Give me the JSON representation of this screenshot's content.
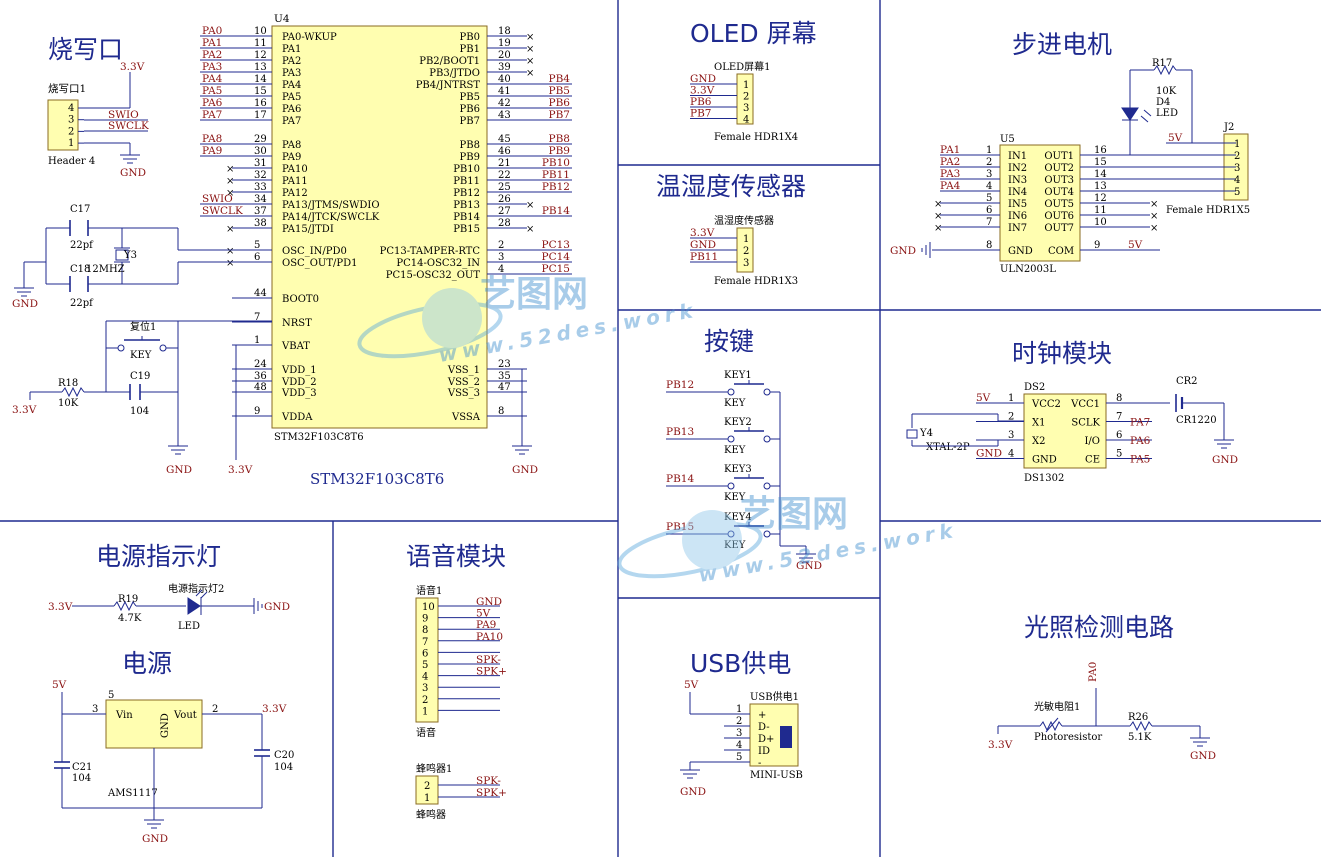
{
  "titles": {
    "burn": "烧写口",
    "oled": "OLED 屏幕",
    "temp": "温湿度传感器",
    "key": "按键",
    "stepper": "步进电机",
    "clock": "时钟模块",
    "power_led": "电源指示灯",
    "power": "电源",
    "voice": "语音模块",
    "usb": "USB供电",
    "light": "光照检测电路"
  },
  "mcu": {
    "designator": "U4",
    "part": "STM32F103C8T6",
    "big_label": "STM32F103C8T6",
    "left_pins": [
      {
        "num": "10",
        "name": "PA0-WKUP",
        "net": "PA0"
      },
      {
        "num": "11",
        "name": "PA1",
        "net": "PA1"
      },
      {
        "num": "12",
        "name": "PA2",
        "net": "PA2"
      },
      {
        "num": "13",
        "name": "PA3",
        "net": "PA3"
      },
      {
        "num": "14",
        "name": "PA4",
        "net": "PA4"
      },
      {
        "num": "15",
        "name": "PA5",
        "net": "PA5"
      },
      {
        "num": "16",
        "name": "PA6",
        "net": "PA6"
      },
      {
        "num": "17",
        "name": "PA7",
        "net": "PA7"
      },
      {
        "num": "29",
        "name": "PA8",
        "net": "PA8"
      },
      {
        "num": "30",
        "name": "PA9",
        "net": "PA9"
      },
      {
        "num": "31",
        "name": "PA10",
        "net": ""
      },
      {
        "num": "32",
        "name": "PA11",
        "net": ""
      },
      {
        "num": "33",
        "name": "PA12",
        "net": ""
      },
      {
        "num": "34",
        "name": "PA13/JTMS/SWDIO",
        "net": "SWIO"
      },
      {
        "num": "37",
        "name": "PA14/JTCK/SWCLK",
        "net": "SWCLK"
      },
      {
        "num": "38",
        "name": "PA15/JTDI",
        "net": ""
      },
      {
        "num": "5",
        "name": "OSC_IN/PD0",
        "net": ""
      },
      {
        "num": "6",
        "name": "OSC_OUT/PD1",
        "net": ""
      },
      {
        "num": "44",
        "name": "BOOT0",
        "net": ""
      },
      {
        "num": "7",
        "name": "NRST",
        "net": ""
      },
      {
        "num": "1",
        "name": "VBAT",
        "net": ""
      },
      {
        "num": "24",
        "name": "VDD_1",
        "net": ""
      },
      {
        "num": "36",
        "name": "VDD_2",
        "net": ""
      },
      {
        "num": "48",
        "name": "VDD_3",
        "net": ""
      },
      {
        "num": "9",
        "name": "VDDA",
        "net": ""
      }
    ],
    "right_pins": [
      {
        "num": "18",
        "name": "PB0",
        "net": ""
      },
      {
        "num": "19",
        "name": "PB1",
        "net": ""
      },
      {
        "num": "20",
        "name": "PB2/BOOT1",
        "net": ""
      },
      {
        "num": "39",
        "name": "PB3/JTDO",
        "net": ""
      },
      {
        "num": "40",
        "name": "PB4/JNTRST",
        "net": "PB4"
      },
      {
        "num": "41",
        "name": "PB5",
        "net": "PB5"
      },
      {
        "num": "42",
        "name": "PB6",
        "net": "PB6"
      },
      {
        "num": "43",
        "name": "PB7",
        "net": "PB7"
      },
      {
        "num": "45",
        "name": "PB8",
        "net": "PB8"
      },
      {
        "num": "46",
        "name": "PB9",
        "net": "PB9"
      },
      {
        "num": "21",
        "name": "PB10",
        "net": "PB10"
      },
      {
        "num": "22",
        "name": "PB11",
        "net": "PB11"
      },
      {
        "num": "25",
        "name": "PB12",
        "net": "PB12"
      },
      {
        "num": "26",
        "name": "PB13",
        "net": ""
      },
      {
        "num": "27",
        "name": "PB14",
        "net": "PB14"
      },
      {
        "num": "28",
        "name": "PB15",
        "net": ""
      },
      {
        "num": "2",
        "name": "PC13-TAMPER-RTC",
        "net": "PC13"
      },
      {
        "num": "3",
        "name": "PC14-OSC32_IN",
        "net": "PC14"
      },
      {
        "num": "4",
        "name": "PC15-OSC32_OUT",
        "net": "PC15"
      },
      {
        "num": "23",
        "name": "VSS_1",
        "net": ""
      },
      {
        "num": "35",
        "name": "VSS_2",
        "net": ""
      },
      {
        "num": "47",
        "name": "VSS_3",
        "net": ""
      },
      {
        "num": "8",
        "name": "VSSA",
        "net": ""
      }
    ]
  },
  "burn": {
    "designator": "烧写口1",
    "part": "Header 4",
    "pins": [
      "4",
      "3",
      "2",
      "1"
    ],
    "nets": [
      "SWIO",
      "SWCLK"
    ],
    "vcc": "3.3V",
    "gnd": "GND"
  },
  "osc": {
    "c17": "C17",
    "c17v": "22pf",
    "c18": "C18",
    "c18v": "22pf",
    "y": "Y3",
    "yv": "12MHZ",
    "gnd": "GND"
  },
  "reset": {
    "sw": "复位1",
    "swp": "KEY",
    "r": "R18",
    "rv": "10K",
    "c": "C19",
    "cv": "104",
    "vcc": "3.3V",
    "gnd": "GND",
    "vcc2": "3.3V",
    "gnd2": "GND"
  },
  "oled": {
    "designator": "OLED屏幕1",
    "part": "Female HDR1X4",
    "nets": [
      "GND",
      "3.3V",
      "PB6",
      "PB7"
    ],
    "pins": [
      "1",
      "2",
      "3",
      "4"
    ]
  },
  "temp": {
    "designator": "温湿度传感器",
    "part": "Female HDR1X3",
    "nets": [
      "3.3V",
      "GND",
      "PB11"
    ],
    "pins": [
      "1",
      "2",
      "3"
    ]
  },
  "keys": {
    "nets": [
      "PB12",
      "PB13",
      "PB14",
      "PB15"
    ],
    "names": [
      "KEY1",
      "KEY2",
      "KEY3",
      "KEY4"
    ],
    "part": "KEY",
    "gnd": "GND"
  },
  "stepper": {
    "r": "R17",
    "rv": "10K",
    "led": "D4",
    "ledp": "LED",
    "u": "U5",
    "up": "ULN2003L",
    "in_nets": [
      "PA1",
      "PA2",
      "PA3",
      "PA4"
    ],
    "in_pins": [
      "1",
      "2",
      "3",
      "4",
      "5",
      "6",
      "7"
    ],
    "in_names": [
      "IN1",
      "IN2",
      "IN3",
      "IN4",
      "IN5",
      "IN6",
      "IN7"
    ],
    "out_pins": [
      "16",
      "15",
      "14",
      "13",
      "12",
      "11",
      "10"
    ],
    "out_names": [
      "OUT1",
      "OUT2",
      "OUT3",
      "OUT4",
      "OUT5",
      "OUT6",
      "OUT7"
    ],
    "gnd_pin": "8",
    "gnd_name": "GND",
    "com_pin": "9",
    "com_name": "COM",
    "com_net": "5V",
    "gnd": "GND",
    "j": "J2",
    "jp": "Female HDR1X5",
    "jpins": [
      "1",
      "2",
      "3",
      "4",
      "5"
    ],
    "vnet": "5V"
  },
  "clock": {
    "u": "DS2",
    "up": "DS1302",
    "left": [
      {
        "num": "1",
        "name": "VCC2",
        "net": "5V"
      },
      {
        "num": "2",
        "name": "X1",
        "net": ""
      },
      {
        "num": "3",
        "name": "X2",
        "net": ""
      },
      {
        "num": "4",
        "name": "GND",
        "net": "GND"
      }
    ],
    "right": [
      {
        "num": "8",
        "name": "VCC1",
        "net": ""
      },
      {
        "num": "7",
        "name": "SCLK",
        "net": "PA7"
      },
      {
        "num": "6",
        "name": "I/O",
        "net": "PA6"
      },
      {
        "num": "5",
        "name": "CE",
        "net": "PA5"
      }
    ],
    "bat": "CR2",
    "batp": "CR1220",
    "xtal": "Y4",
    "xtalp": "XTAL-2P",
    "gnd": "GND"
  },
  "power_led": {
    "vcc": "3.3V",
    "r": "R19",
    "rv": "4.7K",
    "d": "电源指示灯2",
    "dp": "LED",
    "gnd": "GND"
  },
  "power": {
    "vin_net": "5V",
    "vout_net": "3.3V",
    "u": "AMS1117",
    "pin_in": "3",
    "pin_in_name": "Vin",
    "pin_out": "2",
    "pin_out_name": "Vout",
    "pin_gnd_name": "GND",
    "pin_tab": "5",
    "c21": "C21",
    "c21v": "104",
    "c20": "C20",
    "c20v": "104",
    "gnd": "GND"
  },
  "voice": {
    "designator": "语音1",
    "part": "语音",
    "pins": [
      "10",
      "9",
      "8",
      "7",
      "6",
      "5",
      "4",
      "3",
      "2",
      "1"
    ],
    "nets": [
      "GND",
      "5V",
      "PA9",
      "PA10",
      "",
      "SPK-",
      "SPK+",
      "",
      "",
      ""
    ]
  },
  "buzzer": {
    "designator": "蜂鸣器1",
    "part": "蜂鸣器",
    "pins": [
      "2",
      "1"
    ],
    "nets": [
      "SPK-",
      "SPK+"
    ]
  },
  "usb": {
    "designator": "USB供电1",
    "part": "MINI-USB",
    "pins": [
      "1",
      "2",
      "3",
      "4",
      "5"
    ],
    "names": [
      "+",
      "D-",
      "D+",
      "ID",
      "-"
    ],
    "vnet": "5V",
    "gnd": "GND"
  },
  "light": {
    "net": "PA0",
    "ldr": "光敏电阻1",
    "ldrp": "Photoresistor",
    "r": "R26",
    "rv": "5.1K",
    "vcc": "3.3V",
    "gnd": "GND"
  },
  "watermark": {
    "brand": "艺图网",
    "url": "www.52des.work"
  }
}
